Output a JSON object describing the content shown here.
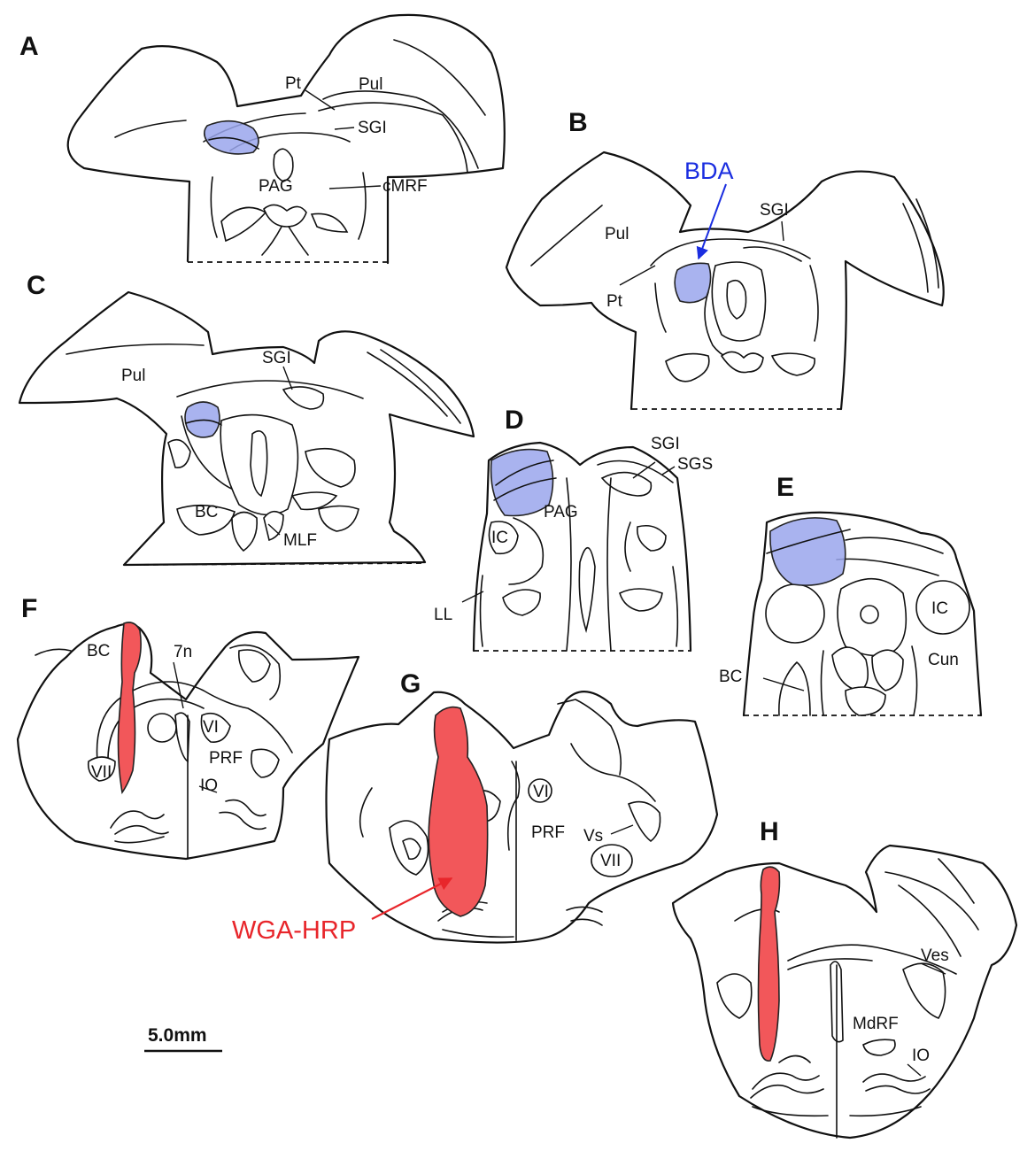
{
  "panels": {
    "A": "A",
    "B": "B",
    "C": "C",
    "D": "D",
    "E": "E",
    "F": "F",
    "G": "G",
    "H": "H"
  },
  "labels": {
    "A": {
      "pt": "Pt",
      "pul": "Pul",
      "sgi": "SGI",
      "pag": "PAG",
      "cmrf": "cMRF"
    },
    "B": {
      "bda": "BDA",
      "sgi": "SGI",
      "pul": "Pul",
      "pt": "Pt"
    },
    "C": {
      "sgi": "SGI",
      "pul": "Pul",
      "bc": "BC",
      "mlf": "MLF"
    },
    "D": {
      "sgi": "SGI",
      "sgs": "SGS",
      "pag": "PAG",
      "ic": "IC",
      "ll": "LL"
    },
    "E": {
      "ic": "IC",
      "cun": "Cun",
      "bc": "BC"
    },
    "F": {
      "bc": "BC",
      "n7": "7n",
      "vi": "VI",
      "prf": "PRF",
      "vii": "VII",
      "io": "IO"
    },
    "G": {
      "vi": "VI",
      "prf": "PRF",
      "vs": "Vs",
      "vii": "VII",
      "wga": "WGA-HRP"
    },
    "H": {
      "ves": "Ves",
      "mdrf": "MdRF",
      "io": "IO"
    }
  },
  "scale_bar": "5.0mm",
  "colors": {
    "bda": "#9aa6ec",
    "wga": "#f2575a",
    "bda_text": "#1a2de0",
    "wga_text": "#e8262b"
  }
}
